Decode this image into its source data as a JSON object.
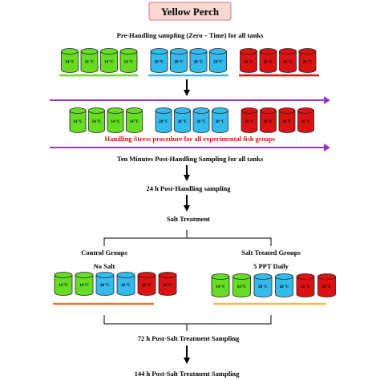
{
  "title": "Yellow Perch",
  "steps": {
    "pre_handling": "Pre-Handling sampling (Zero – Time) for all tanks",
    "handling_stress": "Handling Stress procedure for all experimental fish groups",
    "ten_min": "Ten Minutes Post-Handling Sampling for all tanks",
    "h24": "24 h Post-Handling sampling",
    "salt_treatment": "Salt Treatment",
    "control_groups": "Control Groups",
    "no_salt": "No Salt",
    "salt_treated_groups": "Salt Treated Groups",
    "ppt_daily": "5 PPT Daily",
    "h72": "72 h Post-Salt Treatment Sampling",
    "h144": "144 h Post-Salt Treatment Sampling"
  },
  "tank_labels": {
    "t14": "14 °C",
    "t20": "20 °C",
    "t26": "26 °C"
  },
  "colors": {
    "green": "#66dd22",
    "blue": "#33bbee",
    "red": "#dd1111",
    "purple_arrow": "#9933cc",
    "handling_text": "#dd1111",
    "title_box_fill": "#f8d8d0",
    "title_box_stroke": "#dd8899",
    "orange_bar": "#ee7733",
    "yellow_bar": "#ffbb33"
  }
}
